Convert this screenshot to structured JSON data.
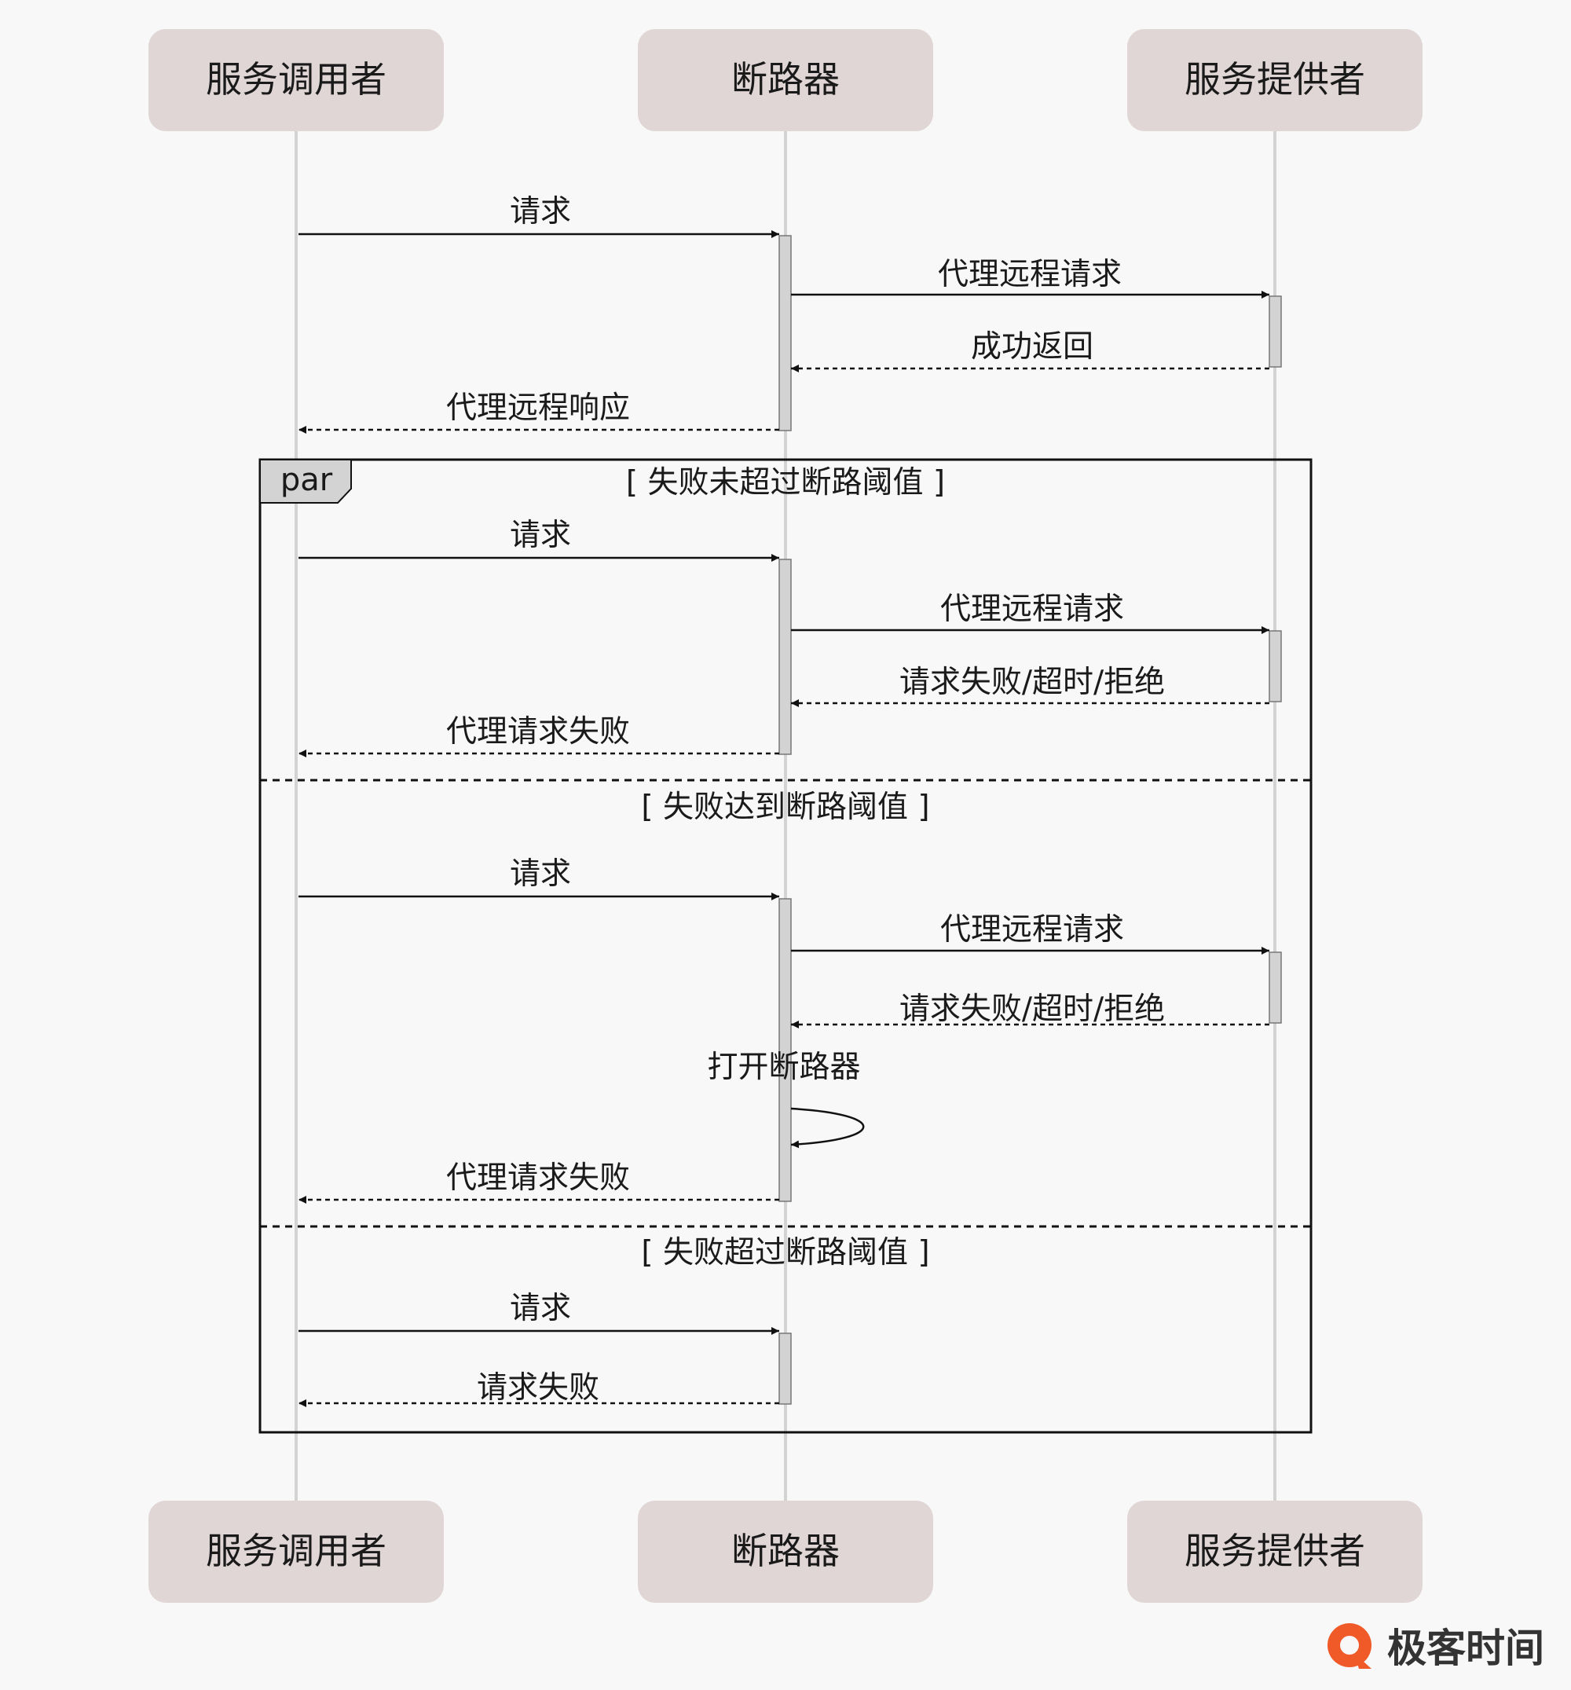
{
  "colors": {
    "background": "#f9f8f9",
    "participant_fill": "#e1d6d6",
    "lifeline": "#d3d3d3",
    "activation_fill": "#d3d3d3",
    "line": "#111111",
    "logo": "#f05a28"
  },
  "participants": [
    {
      "id": "caller",
      "label": "服务调用者"
    },
    {
      "id": "breaker",
      "label": "断路器"
    },
    {
      "id": "provider",
      "label": "服务提供者"
    }
  ],
  "initial_flow": [
    {
      "from": "caller",
      "to": "breaker",
      "label": "请求",
      "style": "solid"
    },
    {
      "from": "breaker",
      "to": "provider",
      "label": "代理远程请求",
      "style": "solid"
    },
    {
      "from": "provider",
      "to": "breaker",
      "label": "成功返回",
      "style": "dashed"
    },
    {
      "from": "breaker",
      "to": "caller",
      "label": "代理远程响应",
      "style": "dashed"
    }
  ],
  "par_fragment": {
    "operator": "par",
    "sections": [
      {
        "guard": "[ 失败未超过断路阈值 ]",
        "messages": [
          {
            "from": "caller",
            "to": "breaker",
            "label": "请求",
            "style": "solid"
          },
          {
            "from": "breaker",
            "to": "provider",
            "label": "代理远程请求",
            "style": "solid"
          },
          {
            "from": "provider",
            "to": "breaker",
            "label": "请求失败/超时/拒绝",
            "style": "dashed"
          },
          {
            "from": "breaker",
            "to": "caller",
            "label": "代理请求失败",
            "style": "dashed"
          }
        ]
      },
      {
        "guard": "[ 失败达到断路阈值 ]",
        "messages": [
          {
            "from": "caller",
            "to": "breaker",
            "label": "请求",
            "style": "solid"
          },
          {
            "from": "breaker",
            "to": "provider",
            "label": "代理远程请求",
            "style": "solid"
          },
          {
            "from": "provider",
            "to": "breaker",
            "label": "请求失败/超时/拒绝",
            "style": "dashed"
          },
          {
            "from": "breaker",
            "to": "breaker",
            "label": "打开断路器",
            "style": "self"
          },
          {
            "from": "breaker",
            "to": "caller",
            "label": "代理请求失败",
            "style": "dashed"
          }
        ]
      },
      {
        "guard": "[ 失败超过断路阈值 ]",
        "messages": [
          {
            "from": "caller",
            "to": "breaker",
            "label": "请求",
            "style": "solid"
          },
          {
            "from": "breaker",
            "to": "caller",
            "label": "请求失败",
            "style": "dashed"
          }
        ]
      }
    ]
  },
  "watermark": {
    "text": "极客时间",
    "icon": "geektime-logo-icon"
  }
}
